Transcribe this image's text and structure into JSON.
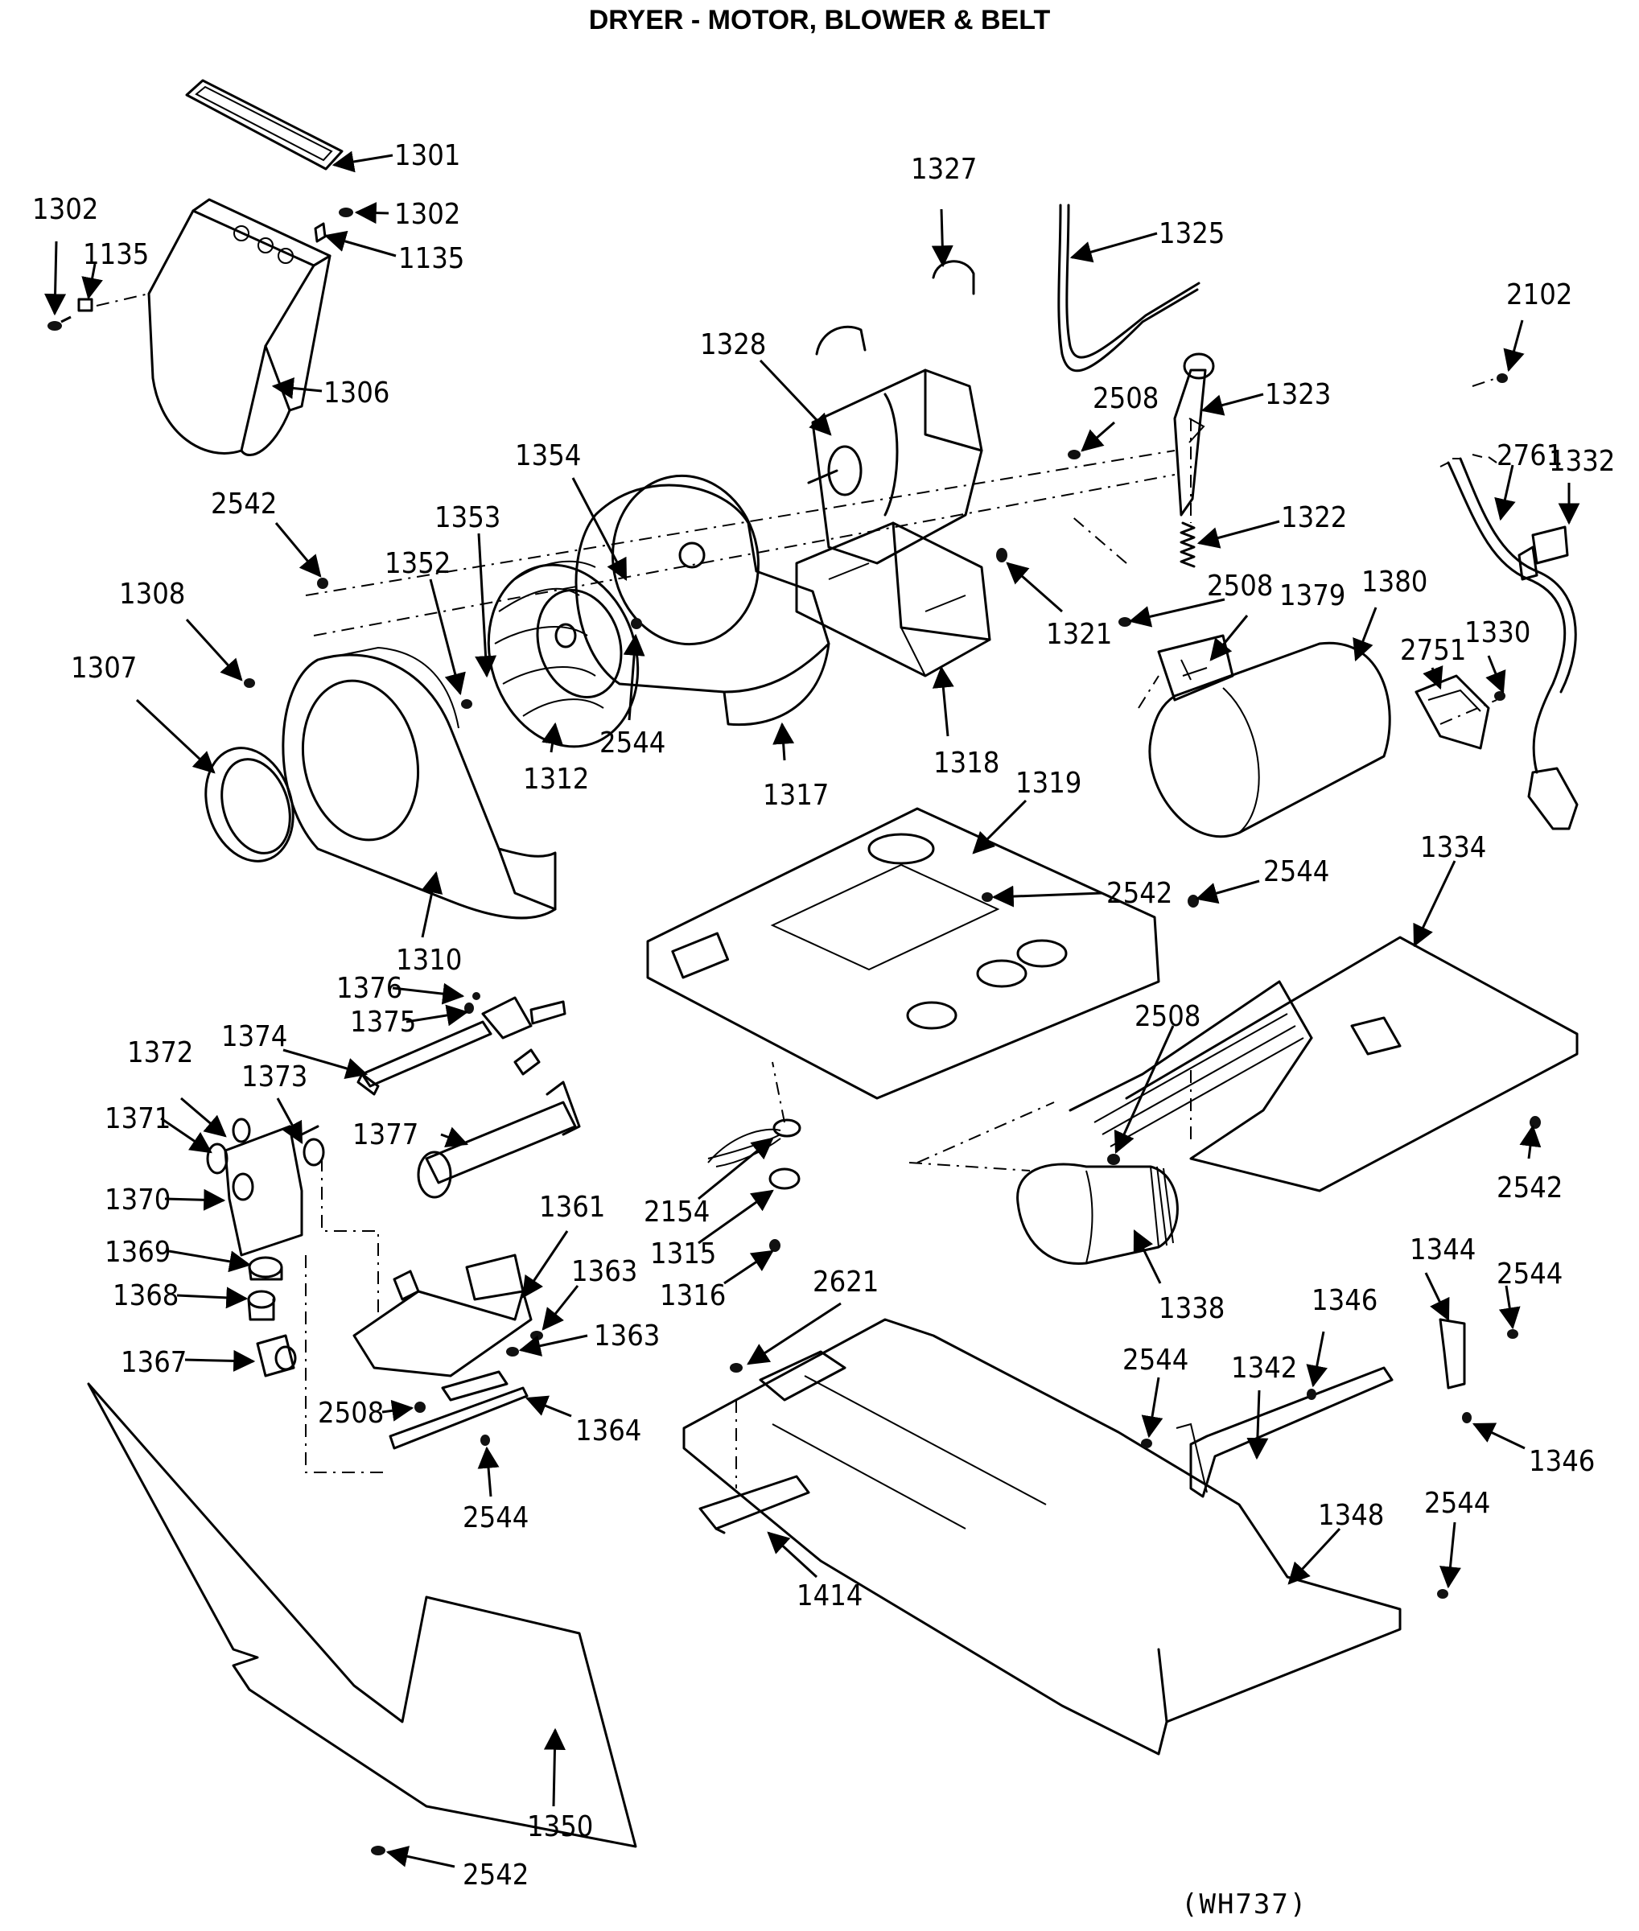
{
  "title": "DRYER - MOTOR, BLOWER & BELT",
  "diagram_code": "(WH737)",
  "callouts": [
    {
      "id": "c1301",
      "text": "1301"
    },
    {
      "id": "c1302a",
      "text": "1302"
    },
    {
      "id": "c1302b",
      "text": "1302"
    },
    {
      "id": "c1135a",
      "text": "1135"
    },
    {
      "id": "c1135b",
      "text": "1135"
    },
    {
      "id": "c1306",
      "text": "1306"
    },
    {
      "id": "c1327",
      "text": "1327"
    },
    {
      "id": "c1325",
      "text": "1325"
    },
    {
      "id": "c1328",
      "text": "1328"
    },
    {
      "id": "c2508a",
      "text": "2508"
    },
    {
      "id": "c1323",
      "text": "1323"
    },
    {
      "id": "c2102",
      "text": "2102"
    },
    {
      "id": "c2761",
      "text": "2761"
    },
    {
      "id": "c1332",
      "text": "1332"
    },
    {
      "id": "c1354",
      "text": "1354"
    },
    {
      "id": "c2542a",
      "text": "2542"
    },
    {
      "id": "c1353",
      "text": "1353"
    },
    {
      "id": "c1352",
      "text": "1352"
    },
    {
      "id": "c1308",
      "text": "1308"
    },
    {
      "id": "c1307",
      "text": "1307"
    },
    {
      "id": "c1312",
      "text": "1312"
    },
    {
      "id": "c2544a",
      "text": "2544"
    },
    {
      "id": "c1317",
      "text": "1317"
    },
    {
      "id": "c1318",
      "text": "1318"
    },
    {
      "id": "c1321",
      "text": "1321"
    },
    {
      "id": "c1322",
      "text": "1322"
    },
    {
      "id": "c2508b",
      "text": "2508"
    },
    {
      "id": "c1379",
      "text": "1379"
    },
    {
      "id": "c1380",
      "text": "1380"
    },
    {
      "id": "c2751",
      "text": "2751"
    },
    {
      "id": "c1330",
      "text": "1330"
    },
    {
      "id": "c1310",
      "text": "1310"
    },
    {
      "id": "c1319",
      "text": "1319"
    },
    {
      "id": "c2542b",
      "text": "2542"
    },
    {
      "id": "c2544b",
      "text": "2544"
    },
    {
      "id": "c1334",
      "text": "1334"
    },
    {
      "id": "c1376",
      "text": "1376"
    },
    {
      "id": "c1375",
      "text": "1375"
    },
    {
      "id": "c1374",
      "text": "1374"
    },
    {
      "id": "c1372",
      "text": "1372"
    },
    {
      "id": "c1373",
      "text": "1373"
    },
    {
      "id": "c1371",
      "text": "1371"
    },
    {
      "id": "c1377",
      "text": "1377"
    },
    {
      "id": "c1370",
      "text": "1370"
    },
    {
      "id": "c2508c",
      "text": "2508"
    },
    {
      "id": "c2542c",
      "text": "2542"
    },
    {
      "id": "c2154",
      "text": "2154"
    },
    {
      "id": "c1315",
      "text": "1315"
    },
    {
      "id": "c1316",
      "text": "1316"
    },
    {
      "id": "c1361",
      "text": "1361"
    },
    {
      "id": "c1369",
      "text": "1369"
    },
    {
      "id": "c1363a",
      "text": "1363"
    },
    {
      "id": "c1363b",
      "text": "1363"
    },
    {
      "id": "c1368",
      "text": "1368"
    },
    {
      "id": "c1338",
      "text": "1338"
    },
    {
      "id": "c2621",
      "text": "2621"
    },
    {
      "id": "c1346a",
      "text": "1346"
    },
    {
      "id": "c1344",
      "text": "1344"
    },
    {
      "id": "c2544c",
      "text": "2544"
    },
    {
      "id": "c1367",
      "text": "1367"
    },
    {
      "id": "c2544d",
      "text": "2544"
    },
    {
      "id": "c1342",
      "text": "1342"
    },
    {
      "id": "c2508d",
      "text": "2508"
    },
    {
      "id": "c1364",
      "text": "1364"
    },
    {
      "id": "c1346b",
      "text": "1346"
    },
    {
      "id": "c2544e",
      "text": "2544"
    },
    {
      "id": "c1348",
      "text": "1348"
    },
    {
      "id": "c2544f",
      "text": "2544"
    },
    {
      "id": "c1414",
      "text": "1414"
    },
    {
      "id": "c1350",
      "text": "1350"
    },
    {
      "id": "c2542d",
      "text": "2542"
    }
  ]
}
